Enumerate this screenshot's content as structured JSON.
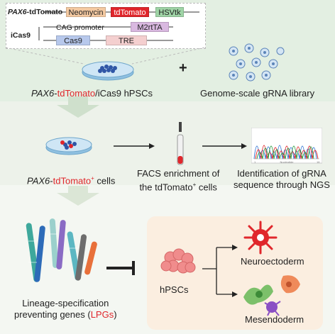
{
  "construct": {
    "line1_prefix_italic": "PAX6",
    "line1_suffix": "-tdTomato",
    "neomycin": "Neomycin",
    "tdtomato": "tdTomato",
    "hsvtk": "HSVtk",
    "icas9_label": "iCas9",
    "cag_promoter": "CAG promoter",
    "m2rtta": "M2rtTA",
    "cas9": "Cas9",
    "tre": "TRE"
  },
  "row1": {
    "hpsc_italic": "PAX6",
    "hpsc_dash": "-",
    "hpsc_red": "tdTomato",
    "hpsc_rest": "/iCas9 hPSCs",
    "plus": "+",
    "library": "Genome-scale gRNA library"
  },
  "row2": {
    "cells_italic": "PAX6",
    "cells_dash": "-",
    "cells_red": "tdTomato",
    "cells_sup": "+",
    "cells_rest": " cells",
    "facs_line1": "FACS enrichment of",
    "facs_line2a": "the tdTomato",
    "facs_line2_sup": "+",
    "facs_line2b": " cells",
    "ngs_line1": "Identification of gRNA",
    "ngs_line2": "sequence  through NGS",
    "ngs_axis": "Nucleotide",
    "ngs_tick_left": "1",
    "ngs_tick_right": "16"
  },
  "row3": {
    "lpg_line1": "Lineage-specification",
    "lpg_line2a": "preventing genes (",
    "lpg_line2_red": "LPGs",
    "lpg_line2b": ")",
    "hpscs": "hPSCs",
    "neuroectoderm": "Neuroectoderm",
    "mesendoderm": "Mesendoderm"
  },
  "colors": {
    "band_top": "#e3efe2",
    "band_mid": "#edf2ea",
    "band_bottom": "#f4f7f2",
    "highlight_box": "#fbeee0",
    "big_arrow": "#cfe0cc",
    "tdtomato_red": "#e0262b",
    "neomycin": "#f4c9a1",
    "hsvtk": "#9fd4a6",
    "m2rtta": "#d9b8e0",
    "cas9": "#b7c8ec",
    "tre": "#f4cfcf"
  }
}
